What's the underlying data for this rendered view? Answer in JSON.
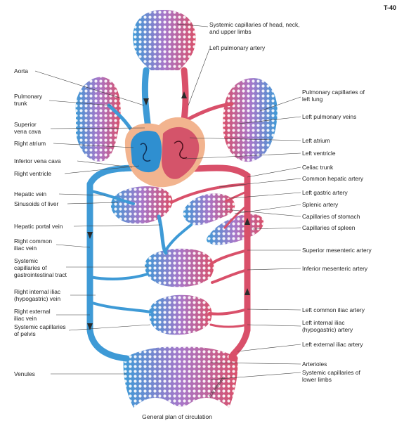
{
  "diagram": {
    "tag": "T-40",
    "caption": "General plan of circulation",
    "signature": "N.R.Hitchens",
    "colors": {
      "vein": "#3e9ad6",
      "artery": "#d9506a",
      "capillary_mix": "#a777c9",
      "heart_outline": "#f2b48f",
      "heart_right": "#2f8fd0",
      "heart_left": "#d4546a"
    },
    "labels_left": [
      [
        "Aorta"
      ],
      [
        "Pulmonary",
        "trunk"
      ],
      [
        "Superior",
        "vena cava"
      ],
      [
        "Right atrium"
      ],
      [
        "Inferior vena cava"
      ],
      [
        "Right ventricle"
      ],
      [
        "Hepatic vein"
      ],
      [
        "Sinusoids of liver"
      ],
      [
        "Hepatic portal vein"
      ],
      [
        "Right common",
        "iliac vein"
      ],
      [
        "Systemic",
        "capillaries of",
        "gastrointestinal tract"
      ],
      [
        "Right internal iliac",
        "(hypogastric) vein"
      ],
      [
        "Right external",
        "iliac vein"
      ],
      [
        "Systemic capillaries",
        "of pelvis"
      ],
      [
        "Venules"
      ]
    ],
    "labels_right": [
      [
        "Systemic capillaries of head, neck,",
        "and upper limbs"
      ],
      [
        "Left pulmonary artery"
      ],
      [
        "Pulmonary capillaries of",
        "left lung"
      ],
      [
        "Left pulmonary veins"
      ],
      [
        "Left atrium"
      ],
      [
        "Left ventricle"
      ],
      [
        "Celiac trunk"
      ],
      [
        "Common hepatic artery"
      ],
      [
        "Left gastric artery"
      ],
      [
        "Splenic artery"
      ],
      [
        "Capillaries of stomach"
      ],
      [
        "Capillaries of spleen"
      ],
      [
        "Superior mesenteric artery"
      ],
      [
        "Inferior mesenteric artery"
      ],
      [
        "Left common iliac artery"
      ],
      [
        "Left internal iliac",
        "(hypogastric) artery"
      ],
      [
        "Left external iliac artery"
      ],
      [
        "Arterioles"
      ],
      [
        "Systemic capillaries of",
        "lower limbs"
      ]
    ]
  }
}
